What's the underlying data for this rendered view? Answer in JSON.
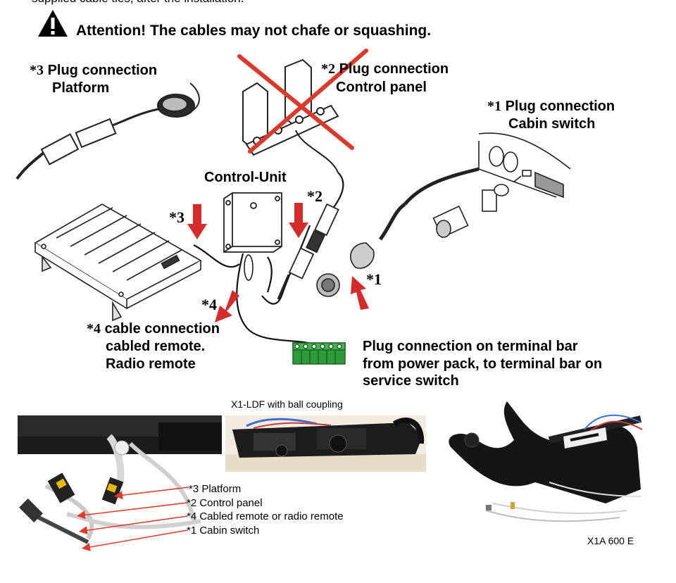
{
  "top_cut_text": "supplied cable ties, after the installation.",
  "attention": "Attention! The cables may not chafe or squashing.",
  "labels": {
    "platform": {
      "star": "*3",
      "line1": "Plug connection",
      "line2": "Platform"
    },
    "control_panel": {
      "star": "*2",
      "line1": "Plug connection",
      "line2": "Control panel"
    },
    "cabin_switch": {
      "star": "*1",
      "line1": "Plug connection",
      "line2": "Cabin switch"
    },
    "control_unit": "Control-Unit",
    "remote": {
      "star": "*4",
      "line1": "cable connection",
      "line2": "cabled remote.",
      "line3": "Radio remote"
    },
    "terminal_bar": {
      "line1": "Plug connection on terminal bar",
      "line2": "from power pack, to  terminal bar on",
      "line3": "service switch"
    }
  },
  "markers": {
    "m3": "*3",
    "m2": "*2",
    "m4": "*4",
    "m1": "*1"
  },
  "photos": {
    "middle_caption": "X1-LDF with ball coupling",
    "right_caption": "X1A 600 E",
    "photo_labels": [
      "*3 Platform",
      "*2 Control panel",
      "*4 Cabled remote or radio remote",
      "*1 Cabin switch"
    ]
  },
  "colors": {
    "arrow": "#d62b2b",
    "cross": "#d93a2b",
    "terminal": "#2e9a3a"
  }
}
